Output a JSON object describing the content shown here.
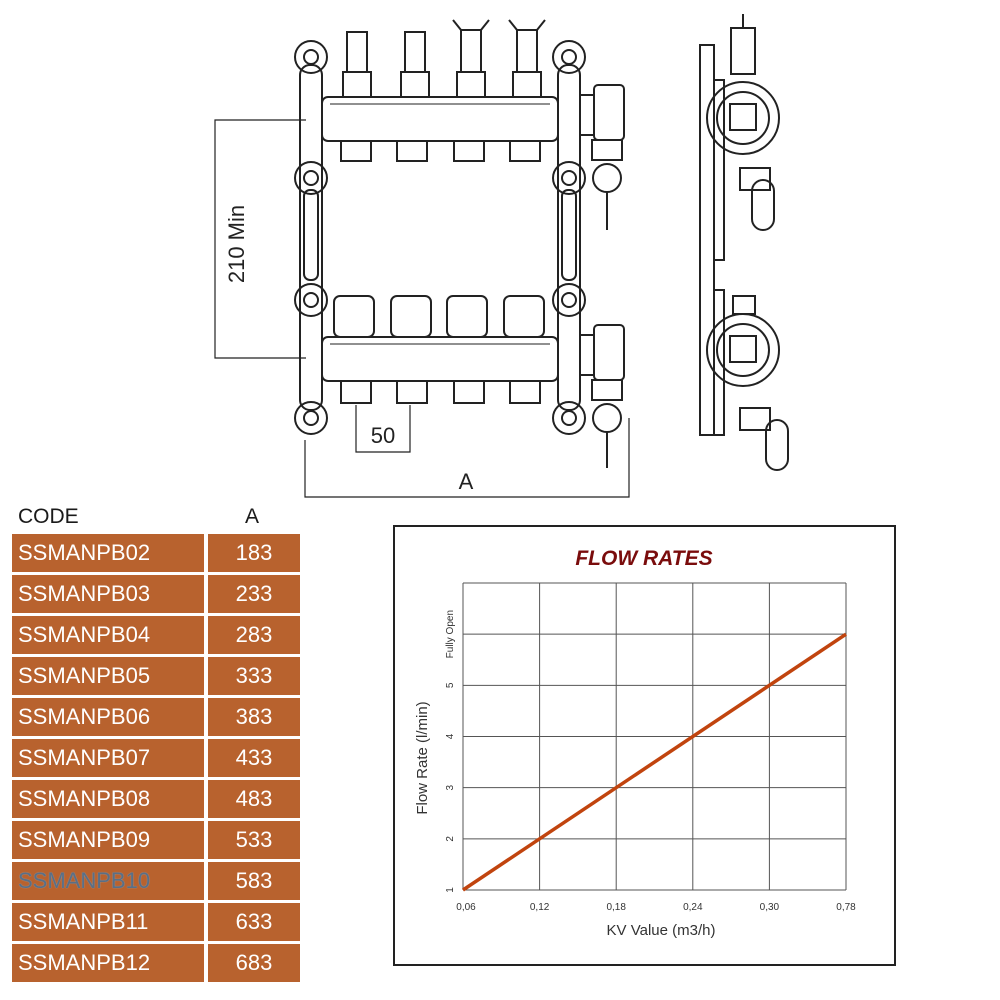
{
  "dimensions": {
    "height_label": "210 Min",
    "spacing_label": "50",
    "width_label": "A"
  },
  "table": {
    "header_code": "CODE",
    "header_a": "A",
    "rows": [
      {
        "code": "SSMANPB02",
        "a": "183"
      },
      {
        "code": "SSMANPB03",
        "a": "233"
      },
      {
        "code": "SSMANPB04",
        "a": "283"
      },
      {
        "code": "SSMANPB05",
        "a": "333"
      },
      {
        "code": "SSMANPB06",
        "a": "383"
      },
      {
        "code": "SSMANPB07",
        "a": "433"
      },
      {
        "code": "SSMANPB08",
        "a": "483"
      },
      {
        "code": "SSMANPB09",
        "a": "533"
      },
      {
        "code": "SSMANPB10",
        "a": "583"
      },
      {
        "code": "SSMANPB11",
        "a": "633"
      },
      {
        "code": "SSMANPB12",
        "a": "683"
      }
    ],
    "selected_row": 8,
    "cell_color": "#b8622e"
  },
  "chart_data": {
    "type": "line",
    "title": "FLOW RATES",
    "xlabel": "KV Value (m3/h)",
    "ylabel": "Flow Rate (l/min)",
    "x_ticks": [
      "0,06",
      "0,12",
      "0,18",
      "0,24",
      "0,30",
      "0,78"
    ],
    "y_ticks": [
      "1",
      "2",
      "3",
      "4",
      "5",
      "Fully Open"
    ],
    "series": [
      {
        "x": [
          "0,06",
          "0,78"
        ],
        "y": [
          "1",
          "Fully Open"
        ],
        "color": "#c1440e"
      }
    ],
    "grid": true
  }
}
